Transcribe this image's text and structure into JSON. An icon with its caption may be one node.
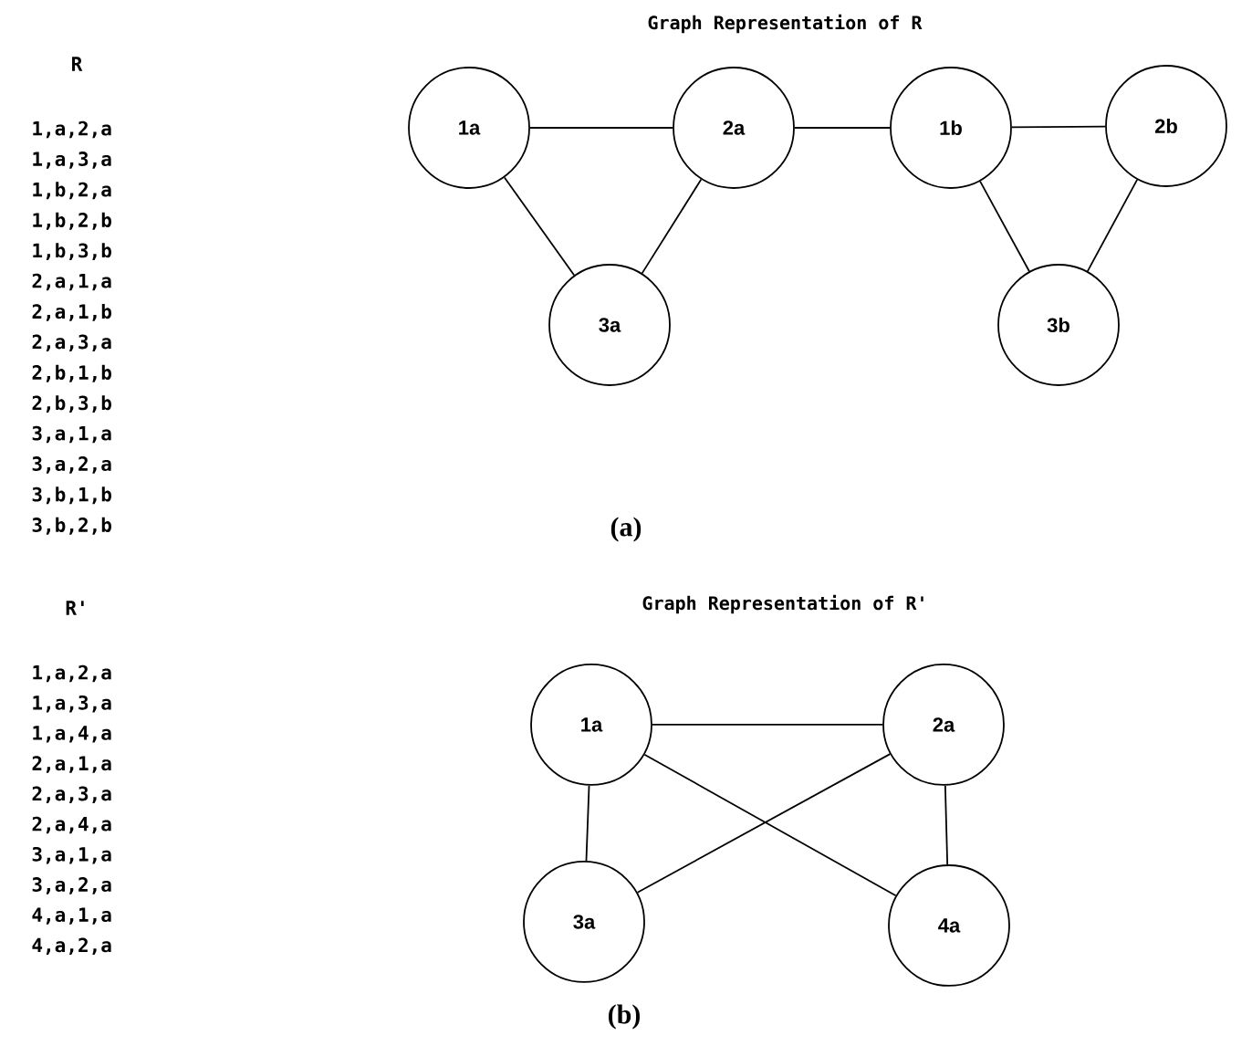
{
  "diagram": {
    "nodes": [
      {
        "text": [
          "1a"
        ]
      },
      {
        "text": [
          "2a"
        ]
      },
      {
        "text": [
          "1b"
        ]
      },
      {
        "text": [
          "2b"
        ]
      },
      {
        "text": [
          "3a"
        ]
      },
      {
        "text": [
          "3b"
        ]
      },
      {
        "text": [
          "1a"
        ]
      },
      {
        "text": [
          "2a"
        ]
      },
      {
        "text": [
          "3a"
        ]
      },
      {
        "text": [
          "4a"
        ]
      }
    ],
    "edges": [
      {
        "from": 0,
        "to": 1,
        "arrow": "none"
      },
      {
        "from": 0,
        "to": 4,
        "arrow": "none"
      },
      {
        "from": 1,
        "to": 4,
        "arrow": "none"
      },
      {
        "from": 1,
        "to": 2,
        "arrow": "none"
      },
      {
        "from": 2,
        "to": 3,
        "arrow": "none"
      },
      {
        "from": 2,
        "to": 5,
        "arrow": "none"
      },
      {
        "from": 3,
        "to": 5,
        "arrow": "none"
      },
      {
        "from": 6,
        "to": 7,
        "arrow": "none"
      },
      {
        "from": 6,
        "to": 8,
        "arrow": "none"
      },
      {
        "from": 6,
        "to": 9,
        "arrow": "none"
      },
      {
        "from": 7,
        "to": 8,
        "arrow": "none"
      },
      {
        "from": 7,
        "to": 9,
        "arrow": "none"
      }
    ],
    "labels": [
      "Graph Representation of R",
      "R",
      "1,a,2,a",
      "1,a,3,a",
      "1,b,2,a",
      "1,b,2,b",
      "1,b,3,b",
      "2,a,1,a",
      "2,a,1,b",
      "2,a,3,a",
      "2,b,1,b",
      "2,b,3,b",
      "3,a,1,a",
      "3,a,2,a",
      "3,b,1,b",
      "3,b,2,b",
      "(a)",
      "Graph Representation of R'",
      "R'",
      "1,a,2,a",
      "1,a,3,a",
      "1,a,4,a",
      "2,a,1,a",
      "2,a,3,a",
      "2,a,4,a",
      "3,a,1,a",
      "3,a,2,a",
      "4,a,1,a",
      "4,a,2,a",
      "(b)"
    ]
  }
}
